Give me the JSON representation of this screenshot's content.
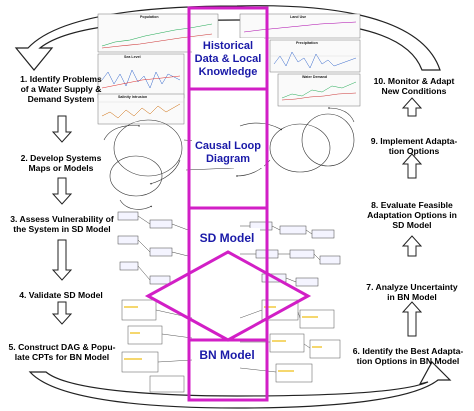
{
  "steps_left": [
    {
      "id": "1",
      "text": "1. Identify Problems\nof a Water Supply &\nDemand System"
    },
    {
      "id": "2",
      "text": "2. Develop Systems\nMaps or Models"
    },
    {
      "id": "3",
      "text": "3. Assess Vulnerability of\nthe System in SD Model"
    },
    {
      "id": "4",
      "text": "4. Validate SD Model"
    },
    {
      "id": "5",
      "text": "5. Construct DAG & Popu-\nlate CPTs for BN Model"
    }
  ],
  "steps_right": [
    {
      "id": "10",
      "text": "10. Monitor & Adapt\nNew Conditions"
    },
    {
      "id": "9",
      "text": "9. Implement Adapta-\ntion Options"
    },
    {
      "id": "8",
      "text": "8. Evaluate Feasible\nAdaptation Options in\nSD Model"
    },
    {
      "id": "7",
      "text": "7. Analyze Uncertainty\nin BN Model"
    },
    {
      "id": "6",
      "text": "6. Identify the Best Adapta-\ntion Options in BN Model"
    }
  ],
  "center_labels": {
    "historical": "Historical\nData & Local\nKnowledge",
    "causal": "Causal Loop\nDiagram",
    "sd": "SD Model",
    "bn": "BN Model"
  },
  "panel_titles": {
    "population": "Population",
    "land_use": "Land Use",
    "sea_level": "Sea Level",
    "precipitation": "Precipitation",
    "salinity": "Salinity Intrusion",
    "water_demand": "Water Demand"
  },
  "colors": {
    "magenta": "#d21fc6",
    "label_blue": "#1a1aa8",
    "arrow_fill": "#ffffff",
    "arrow_stroke": "#222222"
  }
}
